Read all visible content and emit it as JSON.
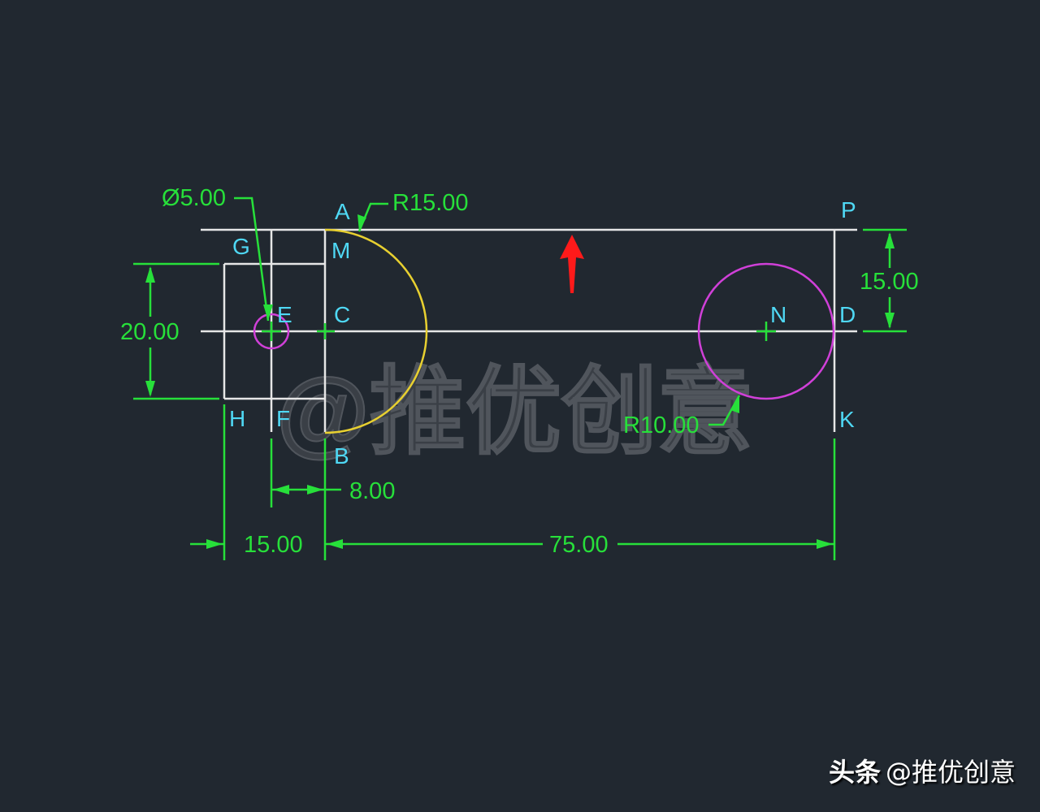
{
  "colors": {
    "background": "#212830",
    "geometry": "#e6e6e6",
    "dimension": "#27e03a",
    "point_label": "#4fd8f4",
    "arc": "#e8d030",
    "circle": "#d040d8",
    "arrow": "#ff1a1a",
    "watermark": "#3a3f46"
  },
  "points": {
    "A": "A",
    "P": "P",
    "G": "G",
    "M": "M",
    "E": "E",
    "C": "C",
    "N": "N",
    "D": "D",
    "H": "H",
    "F": "F",
    "B": "B",
    "K": "K"
  },
  "dimensions": {
    "hole_diameter": "Ø5.00",
    "arc_radius": "R15.00",
    "circle_radius": "R10.00",
    "left_height": "20.00",
    "right_height": "15.00",
    "offset_small": "8.00",
    "left_width": "15.00",
    "main_length": "75.00"
  },
  "watermark": "@推优创意",
  "footer": {
    "brand": "头条",
    "handle": "@推优创意"
  }
}
